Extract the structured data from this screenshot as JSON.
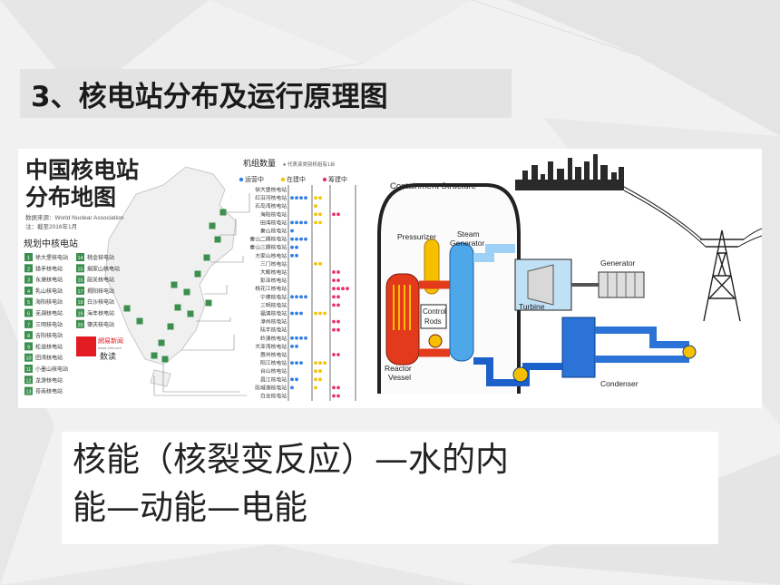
{
  "slide": {
    "title": "3、核电站分布及运行原理图",
    "caption_line1": "核能（核裂变反应）—水的内",
    "caption_line2": "能—动能—电能"
  },
  "map": {
    "title_line1": "中国核电站",
    "title_line2": "分布地图",
    "source": "数据来源：World Nuclear Association",
    "note": "注：截至2016年1月",
    "planned_header": "规划中核电站",
    "legend_header": "机组数量",
    "legend_note": "● 代表该类别机组有1台",
    "legend_running": "运营中",
    "legend_building": "在建中",
    "legend_planning": "筹建中",
    "colors": {
      "running": "#2f7fe0",
      "building": "#f5c400",
      "planning": "#e8326e",
      "marker": "#3c8f4e"
    },
    "planned_left": [
      {
        "n": "1",
        "name": "徐大堡核电站"
      },
      {
        "n": "2",
        "name": "猎手核电站"
      },
      {
        "n": "3",
        "name": "东港核电站"
      },
      {
        "n": "4",
        "name": "乳山核电站"
      },
      {
        "n": "5",
        "name": "海阳核电站"
      },
      {
        "n": "6",
        "name": "芜湖核电站"
      },
      {
        "n": "7",
        "name": "三明核电站"
      },
      {
        "n": "8",
        "name": "吉阳核电站"
      },
      {
        "n": "9",
        "name": "松滋核电站"
      },
      {
        "n": "10",
        "name": "田湾核电站"
      },
      {
        "n": "11",
        "name": "小墨山核电站"
      },
      {
        "n": "12",
        "name": "龙游核电站"
      },
      {
        "n": "13",
        "name": "苍南核电站"
      }
    ],
    "planned_right": [
      {
        "n": "14",
        "name": "桃金核电站"
      },
      {
        "n": "15",
        "name": "烟家山核电站"
      },
      {
        "n": "16",
        "name": "韶关核电站"
      },
      {
        "n": "17",
        "name": "揭阳核电站"
      },
      {
        "n": "18",
        "name": "白沙核电站"
      },
      {
        "n": "19",
        "name": "海丰核电站"
      },
      {
        "n": "20",
        "name": "肇庆核电站"
      }
    ],
    "stations": [
      {
        "name": "徐大堡核电站",
        "r": 0,
        "b": 0,
        "p": 0
      },
      {
        "name": "红沿河核电站",
        "r": 4,
        "b": 2,
        "p": 0
      },
      {
        "name": "石岛湾核电站",
        "r": 0,
        "b": 1,
        "p": 0
      },
      {
        "name": "海阳核电站",
        "r": 0,
        "b": 2,
        "p": 2
      },
      {
        "name": "田湾核电站",
        "r": 4,
        "b": 2,
        "p": 0
      },
      {
        "name": "秦山核电站",
        "r": 1,
        "b": 0,
        "p": 0
      },
      {
        "name": "秦山二期核电站",
        "r": 4,
        "b": 0,
        "p": 0
      },
      {
        "name": "秦山三期核电站",
        "r": 2,
        "b": 0,
        "p": 0
      },
      {
        "name": "方家山核电站",
        "r": 2,
        "b": 0,
        "p": 0
      },
      {
        "name": "三门核电站",
        "r": 0,
        "b": 2,
        "p": 0
      },
      {
        "name": "大畈核电站",
        "r": 0,
        "b": 0,
        "p": 2
      },
      {
        "name": "彭泽核电站",
        "r": 0,
        "b": 0,
        "p": 2
      },
      {
        "name": "桃花江核电站",
        "r": 0,
        "b": 0,
        "p": 4
      },
      {
        "name": "宁德核电站",
        "r": 4,
        "b": 0,
        "p": 2
      },
      {
        "name": "三明核电站",
        "r": 0,
        "b": 0,
        "p": 2
      },
      {
        "name": "福清核电站",
        "r": 3,
        "b": 3,
        "p": 0
      },
      {
        "name": "漳州核电站",
        "r": 0,
        "b": 0,
        "p": 2
      },
      {
        "name": "陆丰核电站",
        "r": 0,
        "b": 0,
        "p": 2
      },
      {
        "name": "岭澳核电站",
        "r": 4,
        "b": 0,
        "p": 0
      },
      {
        "name": "大亚湾核电站",
        "r": 2,
        "b": 0,
        "p": 0
      },
      {
        "name": "惠州核电站",
        "r": 0,
        "b": 0,
        "p": 2
      },
      {
        "name": "阳江核电站",
        "r": 3,
        "b": 3,
        "p": 0
      },
      {
        "name": "台山核电站",
        "r": 0,
        "b": 2,
        "p": 0
      },
      {
        "name": "昌江核电站",
        "r": 2,
        "b": 2,
        "p": 0
      },
      {
        "name": "防城港核电站",
        "r": 1,
        "b": 1,
        "p": 2
      },
      {
        "name": "白龙核电站",
        "r": 0,
        "b": 0,
        "p": 2
      }
    ],
    "press_logo": "網易新闻",
    "press_sub": "news.163.com",
    "press_label": "数读"
  },
  "diagram": {
    "containment": "Containment Structure",
    "pressurizer": "Pressurizer",
    "steam_generator_1": "Steam",
    "steam_generator_2": "Generator",
    "control_rods_1": "Control",
    "control_rods_2": "Rods",
    "reactor_vessel_1": "Reactor",
    "reactor_vessel_2": "Vessel",
    "turbine": "Turbine",
    "generator": "Generator",
    "condenser": "Condenser"
  }
}
